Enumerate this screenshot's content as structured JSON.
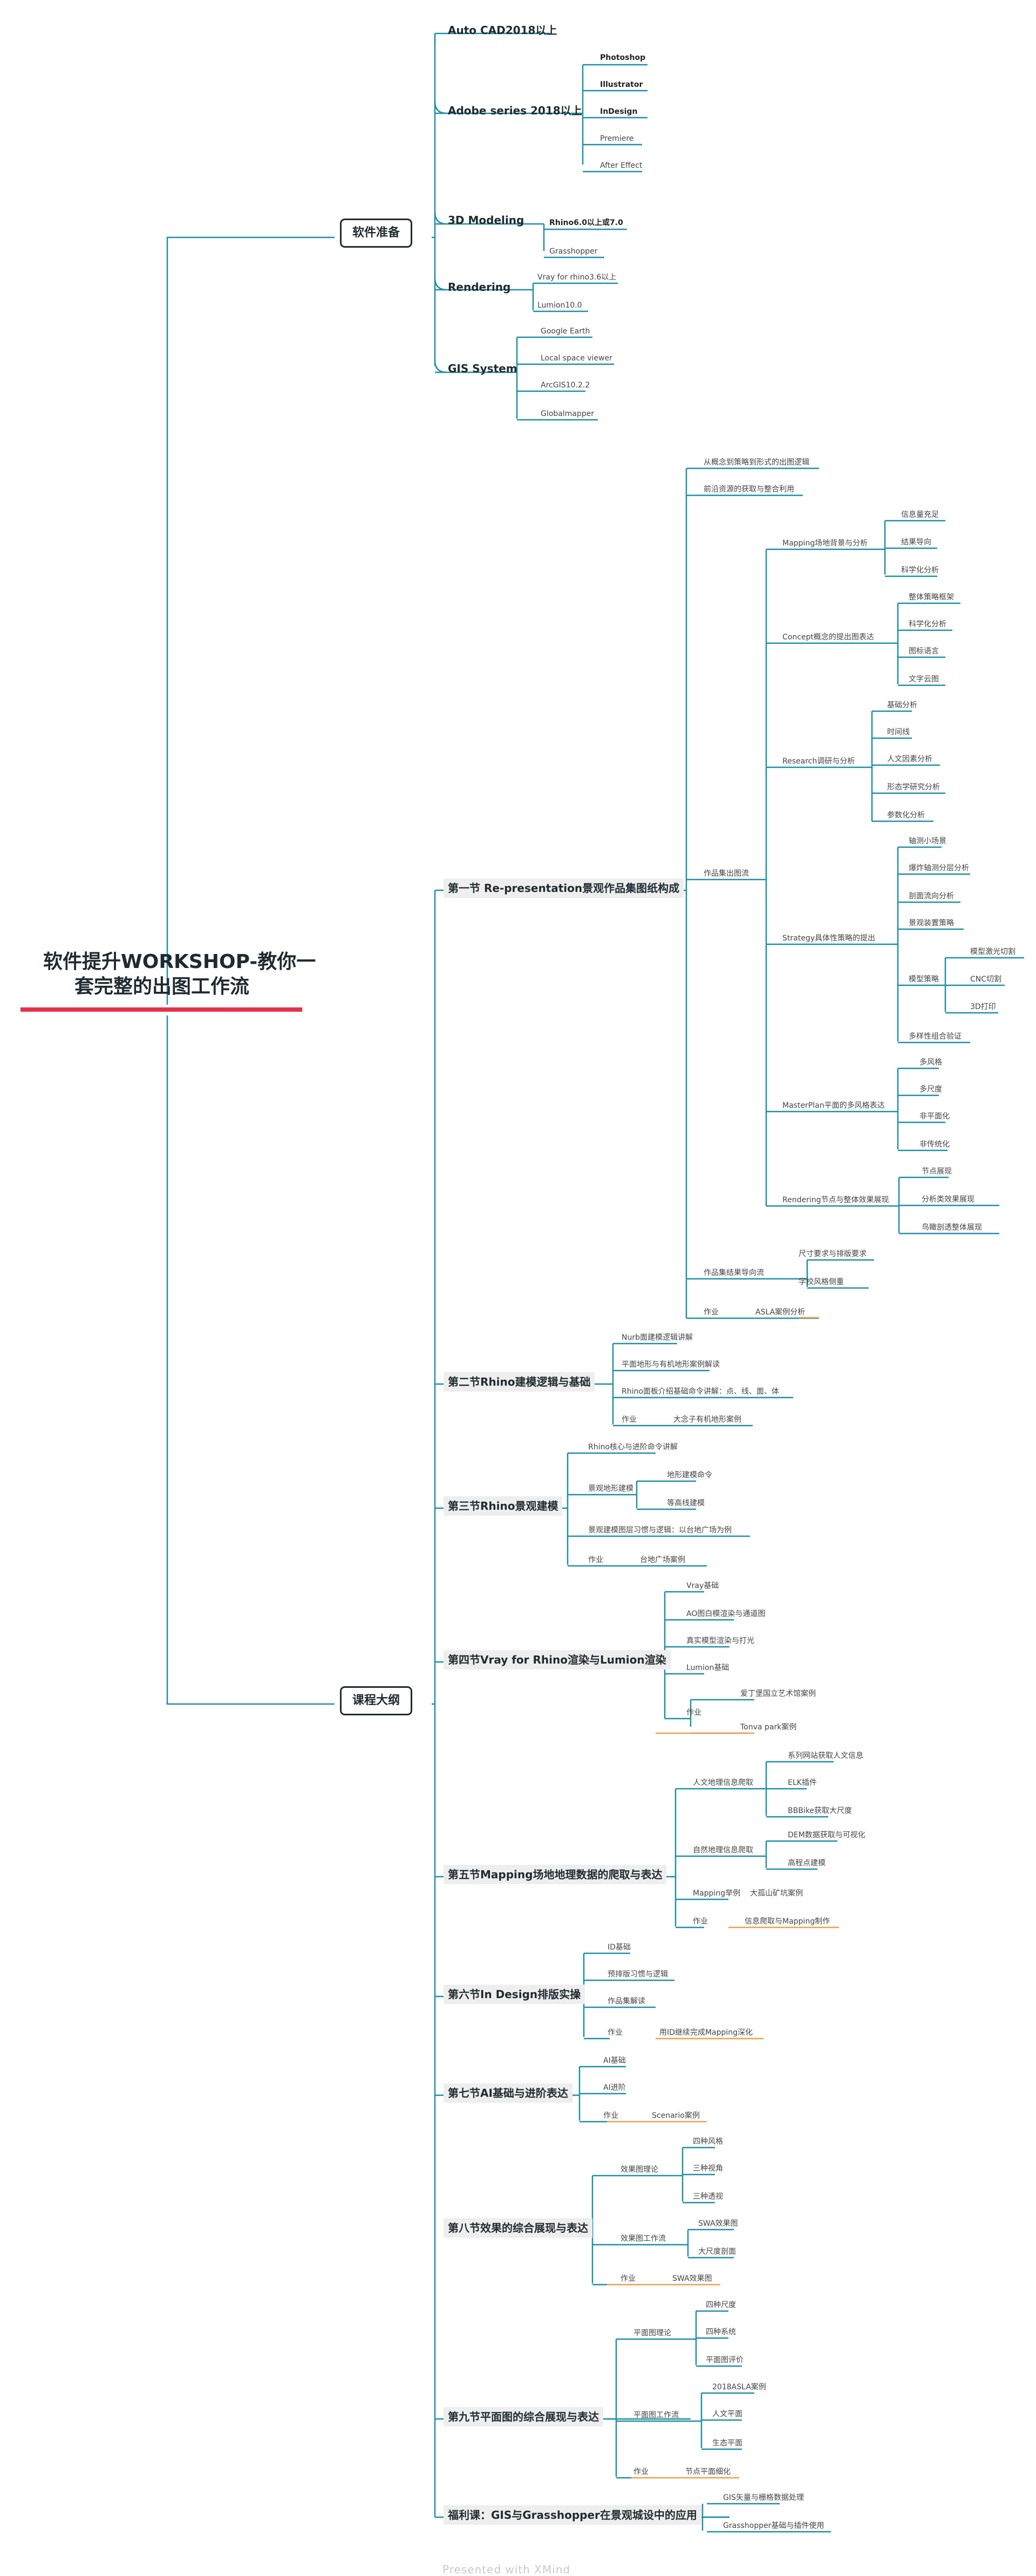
{
  "root": {
    "line1": "软件提升WORKSHOP-教你一",
    "line2": "套完整的出图工作流"
  },
  "branches": {
    "software": "软件准备",
    "course": "课程大纲"
  },
  "software": {
    "autocad": "Auto CAD2018以上",
    "adobe": {
      "label": "Adobe series 2018以上",
      "items": [
        "Photoshop",
        "Illustrator",
        "InDesign",
        "Premiere",
        "After Effect"
      ]
    },
    "modeling": {
      "label": "3D Modeling",
      "items": [
        "Rhino6.0以上或7.0",
        "Grasshopper"
      ]
    },
    "rendering": {
      "label": "Rendering",
      "items": [
        "Vray for rhino3.6以上",
        "Lumion10.0"
      ]
    },
    "gis": {
      "label": "GIS System",
      "items": [
        "Google Earth",
        "Local space viewer",
        "ArcGIS10.2.2",
        "Globalmapper"
      ]
    }
  },
  "sec1": {
    "title": "第一节 Re-presentation景观作品集图纸构成",
    "logic1": "从概念到策略到形式的出图逻辑",
    "logic2": "前沿资源的获取与整合利用",
    "portfolio": "作品集出图流",
    "mapping": {
      "label": "Mapping场地背景与分析",
      "items": [
        "信息量充足",
        "结果导向",
        "科学化分析"
      ]
    },
    "concept": {
      "label": "Concept概念的提出图表达",
      "items": [
        "整体策略框架",
        "科学化分析",
        "图标语言",
        "文字云图"
      ]
    },
    "research": {
      "label": "Research调研与分析",
      "items": [
        "基础分析",
        "时间线",
        "人文因素分析",
        "形态学研究分析",
        "参数化分析"
      ]
    },
    "strategy": {
      "label": "Strategy具体性策略的提出",
      "items": [
        "轴测小场景",
        "爆炸轴测分层分析",
        "剖面流向分析",
        "景观装置策略",
        "模型策略",
        "多样性组合验证"
      ]
    },
    "model": {
      "items": [
        "模型激光切割",
        "CNC切割",
        "3D打印"
      ]
    },
    "masterplan": {
      "label": "MasterPlan平面的多风格表达",
      "items": [
        "多风格",
        "多尺度",
        "非平面化",
        "非传统化"
      ]
    },
    "renderingnode": {
      "label": "Rendering节点与整体效果展现",
      "items": [
        "节点展现",
        "分析类效果展现",
        "鸟瞰剖透整体展现"
      ]
    },
    "layout": {
      "label": "作品集结果导向流",
      "items": [
        "尺寸要求与排版要求",
        "学校风格侧重"
      ]
    },
    "hw": {
      "label": "作业",
      "item": "ASLA案例分析"
    }
  },
  "sec2": {
    "title": "第二节Rhino建模逻辑与基础",
    "items": [
      "Nurb面建模逻辑讲解",
      "平面地形与有机地形案例解读",
      "Rhino面板介绍基础命令讲解：点、线、面、体"
    ],
    "hw": "作业",
    "hw_item": "大念子有机地形案例"
  },
  "sec3": {
    "title": "第三节Rhino景观建模",
    "item1": "Rhino核心与进阶命令讲解",
    "terrain": "景观地形建模",
    "terrain_items": [
      "地形建模命令",
      "等高线建模"
    ],
    "item3": "景观建模图层习惯与逻辑：以台地广场为例",
    "hw": "作业",
    "hw_item": "台地广场案例"
  },
  "sec4": {
    "title": "第四节Vray for Rhino渲染与Lumion渲染",
    "items": [
      "Vray基础",
      "AO图白模渲染与通道图",
      "真实模型渲染与打光",
      "Lumion基础"
    ],
    "hw": "作业",
    "hw_items": [
      "爱丁堡国立艺术馆案例",
      "Tonva park案例"
    ]
  },
  "sec5": {
    "title": "第五节Mapping场地地理数据的爬取与表达",
    "human": "人文地理信息爬取",
    "human_items": [
      "系列网站获取人文信息",
      "ELK插件",
      "BBBike获取大尺度"
    ],
    "natural": "自然地理信息爬取",
    "natural_items": [
      "DEM数据获取与可视化",
      "高程点建模"
    ],
    "case": "Mapping举例",
    "case_item": "大孤山矿坑案例",
    "hw": "作业",
    "hw_item": "信息爬取与Mapping制作"
  },
  "sec6": {
    "title": "第六节In Design排版实操",
    "items": [
      "ID基础",
      "预排版习惯与逻辑",
      "作品集解读"
    ],
    "hw": "作业",
    "hw_item": "用ID继续完成Mapping深化"
  },
  "sec7": {
    "title": "第七节AI基础与进阶表达",
    "items": [
      "AI基础",
      "AI进阶"
    ],
    "hw": "作业",
    "hw_item": "Scenario案例"
  },
  "sec8": {
    "title": "第八节效果的综合展现与表达",
    "theory": "效果图理论",
    "theory_items": [
      "四种风格",
      "三种视角",
      "三种透视"
    ],
    "flow": "效果图工作流",
    "flow_items": [
      "SWA效果图",
      "大尺度剖面"
    ],
    "hw": "作业",
    "hw_item": "SWA效果图"
  },
  "sec9": {
    "title": "第九节平面图的综合展现与表达",
    "theory": "平面图理论",
    "theory_items": [
      "四种尺度",
      "四种系统",
      "平面图评价"
    ],
    "flow": "平面图工作流",
    "flow_items": [
      "2018ASLA案例",
      "人文平面",
      "生态平面"
    ],
    "hw": "作业",
    "hw_item": "节点平面细化"
  },
  "bonus": {
    "title": "福利课：GIS与Grasshopper在景观城设中的应用",
    "items": [
      "GIS矢量与栅格数据处理",
      "Grasshopper基础与插件使用"
    ]
  },
  "footer": "Presented with XMind"
}
